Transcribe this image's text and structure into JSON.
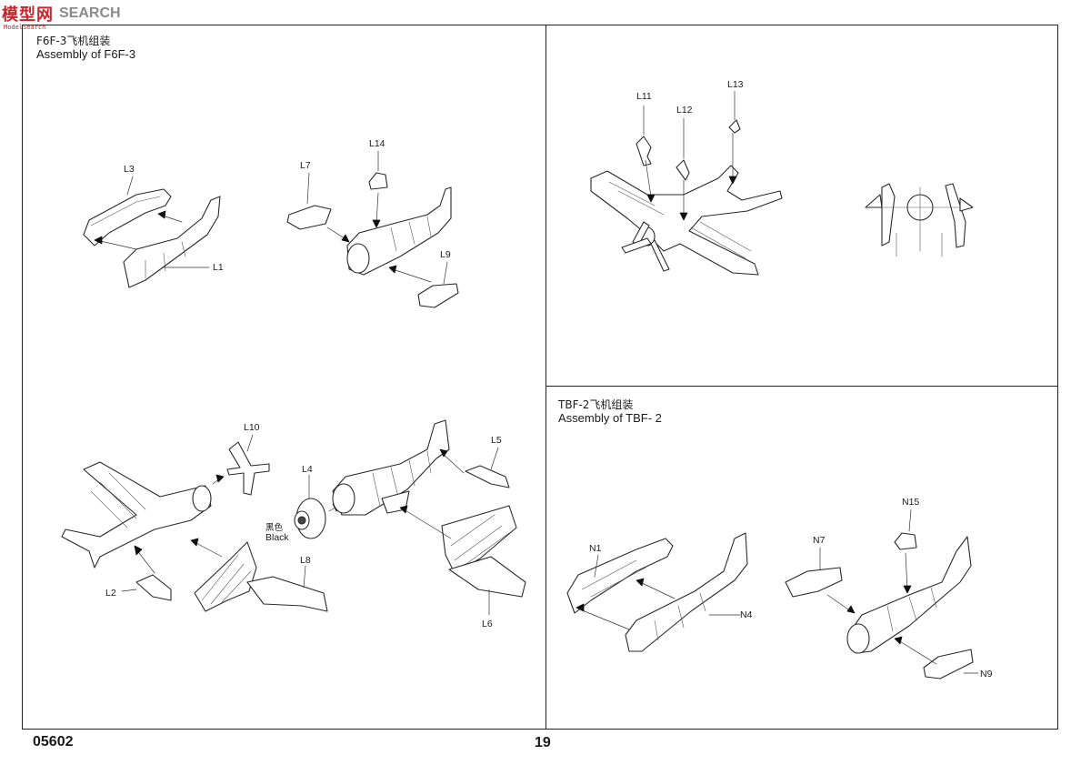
{
  "watermark": {
    "zh": "模型网",
    "en": "SEARCH",
    "sub": "ModelSearch"
  },
  "panels": {
    "f6f3": {
      "title_zh": "F6F-3飞机组装",
      "title_en": "Assembly of F6F-3"
    },
    "tbf2": {
      "title_zh": "TBF-2飞机组装",
      "title_en": "Assembly of TBF- 2"
    }
  },
  "part_labels": {
    "L1": "L1",
    "L2": "L2",
    "L3": "L3",
    "L4": "L4",
    "L5": "L5",
    "L6": "L6",
    "L7": "L7",
    "L8": "L8",
    "L9": "L9",
    "L10": "L10",
    "L11": "L11",
    "L12": "L12",
    "L13": "L13",
    "L14": "L14",
    "N1": "N1",
    "N4": "N4",
    "N7": "N7",
    "N9": "N9",
    "N15": "N15"
  },
  "paint_note": {
    "zh": "黑色",
    "en": "Black"
  },
  "footer": {
    "code": "05602",
    "page": "19"
  }
}
